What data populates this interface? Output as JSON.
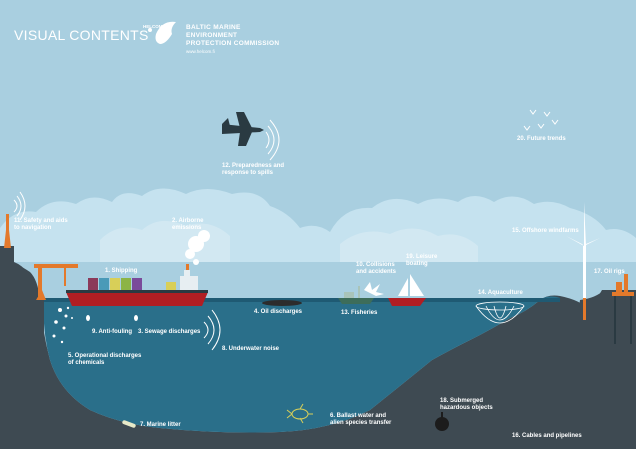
{
  "header": {
    "title": "VISUAL CONTENTS",
    "logo_text": "HELCOM",
    "org_line1": "BALTIC MARINE",
    "org_line2": "ENVIRONMENT",
    "org_line3": "PROTECTION COMMISSION",
    "org_url": "www.helcom.fi"
  },
  "colors": {
    "sky": "#a9cfe0",
    "cloud": "#c5e2ef",
    "sea": "#2a6f8a",
    "seabed": "#3e4a52",
    "text": "#ffffff"
  },
  "labels": {
    "l1": "1. Shipping",
    "l2a": "2. Airborne",
    "l2b": "emissions",
    "l3": "3. Sewage discharges",
    "l4": "4. Oil discharges",
    "l5a": "5. Operational discharges",
    "l5b": "of chemicals",
    "l6a": "6. Ballast water and",
    "l6b": "alien species transfer",
    "l7": "7. Marine litter",
    "l8": "8. Underwater noise",
    "l9": "9. Anti-fouling",
    "l10a": "10. Collisions",
    "l10b": "and accidents",
    "l11a": "11. Safety and aids",
    "l11b": "to navigation",
    "l12a": "12. Preparedness and",
    "l12b": "response to spills",
    "l13": "13. Fisheries",
    "l14": "14. Aquaculture",
    "l15": "15. Offshore windfarms",
    "l16": "16. Cables and pipelines",
    "l17": "17. Oil rigs",
    "l18a": "18. Submerged",
    "l18b": "hazardous objects",
    "l19a": "19. Leisure",
    "l19b": "boating",
    "l20": "20. Future trends"
  }
}
